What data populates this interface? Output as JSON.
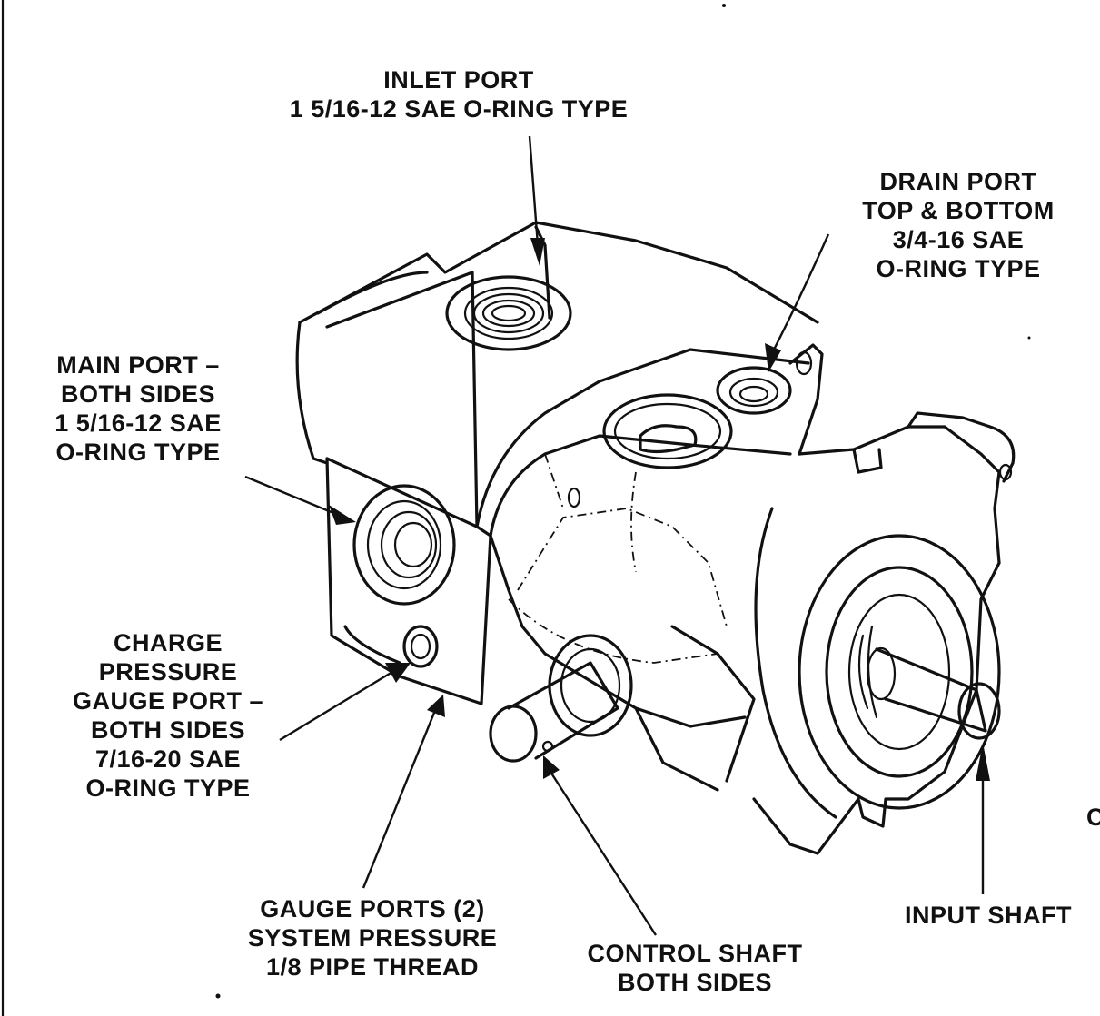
{
  "title": "Hydraulic Pump Ports Diagram",
  "labels": {
    "inlet_port": [
      "INLET PORT",
      "1 5/16-12 SAE O-RING TYPE"
    ],
    "drain_port": [
      "DRAIN PORT",
      "TOP & BOTTOM",
      "3/4-16 SAE",
      "O-RING TYPE"
    ],
    "main_port": [
      "MAIN PORT –",
      "BOTH SIDES",
      "1 5/16-12 SAE",
      "O-RING TYPE"
    ],
    "charge_pressure": [
      "CHARGE",
      "PRESSURE",
      "GAUGE PORT –",
      "BOTH SIDES",
      "7/16-20 SAE",
      "O-RING TYPE"
    ],
    "gauge_ports": [
      "GAUGE PORTS (2)",
      "SYSTEM PRESSURE",
      "1/8 PIPE THREAD"
    ],
    "control_shaft": [
      "CONTROL SHAFT",
      "BOTH SIDES"
    ],
    "input_shaft": [
      "INPUT SHAFT"
    ],
    "edge_fragment": "C"
  },
  "colors": {
    "ink": "#111111",
    "paper": "#ffffff"
  }
}
